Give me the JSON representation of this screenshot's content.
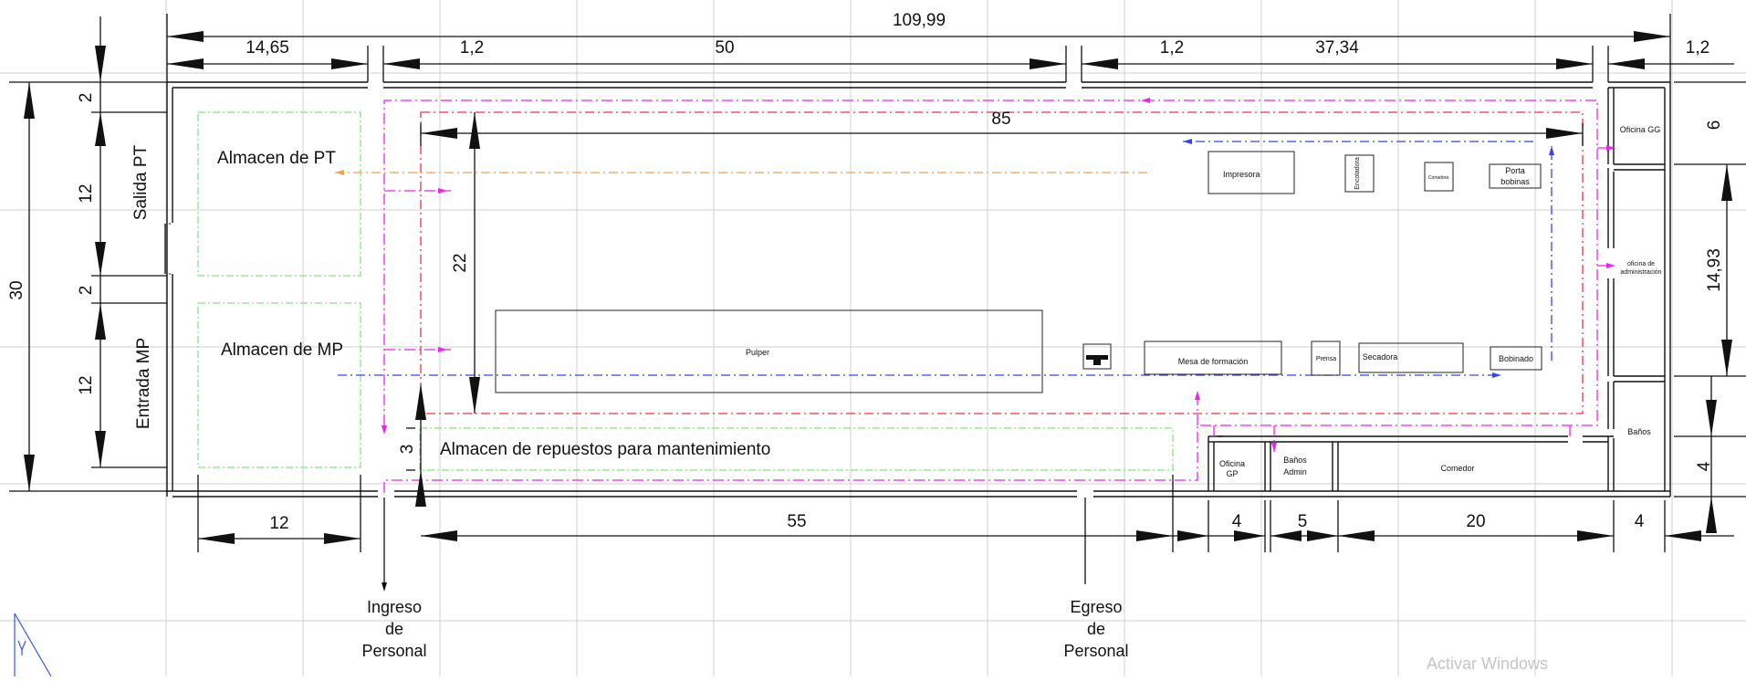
{
  "dimensions": {
    "total_length": "109,99",
    "seg_left": "14,65",
    "door_gap_1": "1,2",
    "seg_middle": "50",
    "door_gap_2": "1,2",
    "seg_right": "37,34",
    "office_gap": "1,2",
    "inner_length": "85",
    "total_width": "30",
    "strip_top": "2",
    "salida_height": "12",
    "corridor": "2",
    "entrada_height": "12",
    "inner_height": "22",
    "repuestos_height": "3",
    "office_gg_height": "6",
    "office_admin_height": "14,93",
    "baths_height": "4",
    "store_width": "12",
    "bottom_middle": "55",
    "oficina_gp_width": "4",
    "banos_admin_width": "5",
    "comedor_width": "20",
    "banos_width": "4"
  },
  "areas": {
    "almacen_pt": "Almacen de PT",
    "almacen_mp": "Almacen de MP",
    "salida_pt": "Salida PT",
    "entrada_mp": "Entrada MP",
    "repuestos": "Almacen de repuestos para mantenimiento"
  },
  "equipment": {
    "pulper": "Pulper",
    "mesa": "Mesa de formación",
    "prensa": "Prensa",
    "secadora": "Secadora",
    "bobinado": "Bobinado",
    "impresora": "Impresora",
    "encoladora": "Encoladora",
    "cortadora": "Cortadora",
    "porta_1": "Porta",
    "porta_2": "bobinas"
  },
  "offices": {
    "gg": "Oficina GG",
    "admin_1": "oficina de",
    "admin_2": "administración",
    "banos": "Baños",
    "gp_1": "Oficina",
    "gp_2": "GP",
    "banos_admin_1": "Baños",
    "banos_admin_2": "Admin",
    "comedor": "Comedor"
  },
  "access": {
    "ingreso_1": "Ingreso",
    "ingreso_2": "de",
    "ingreso_3": "Personal",
    "egreso_1": "Egreso",
    "egreso_2": "de",
    "egreso_3": "Personal"
  },
  "watermark": "Activar Windows",
  "colors": {
    "personnel_flow": "#ee22ee",
    "perimeter_flow": "#ee3344",
    "material_flow": "#3344ee",
    "product_flow": "#f5a050",
    "storage_zone": "#66dd66",
    "grid": "#d2d2d2"
  }
}
